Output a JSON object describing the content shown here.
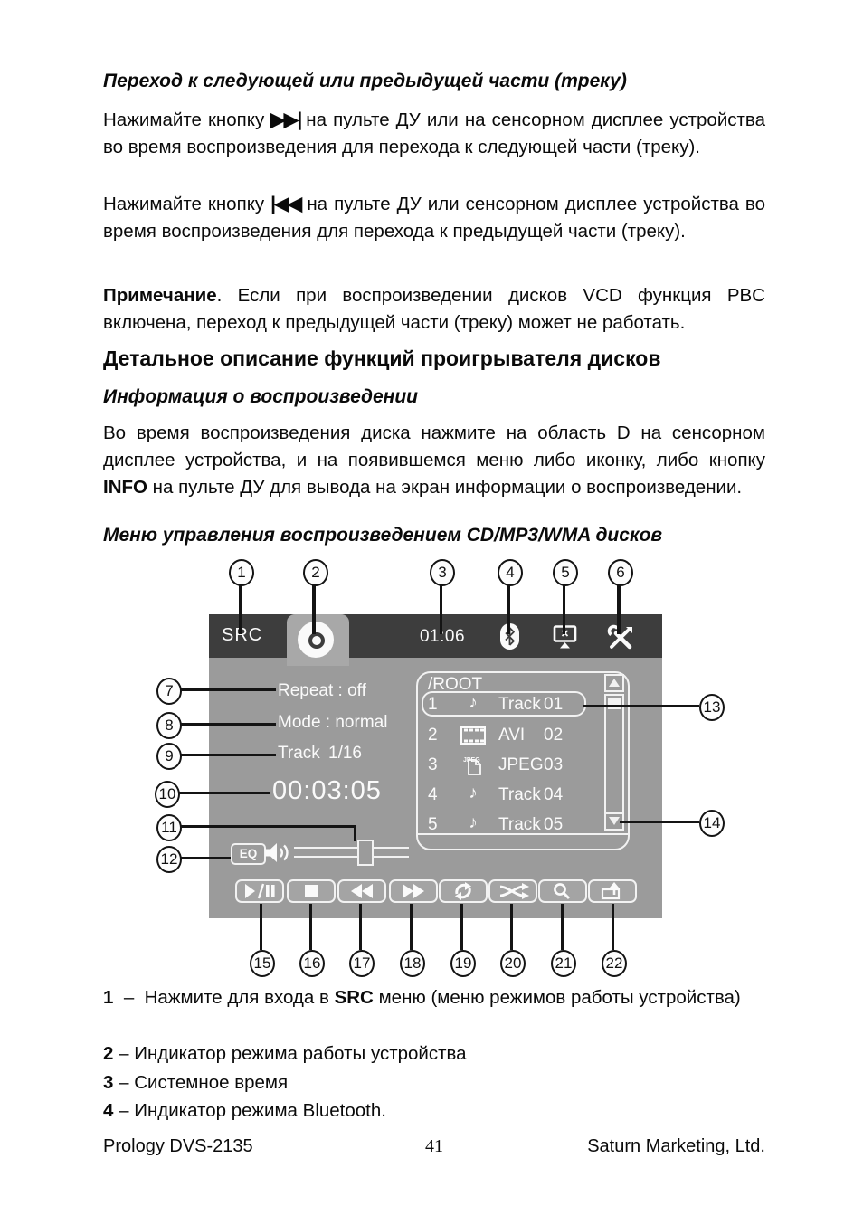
{
  "document": {
    "headings": {
      "h1": "Переход к следующей или предыдущей части (треку)",
      "h2": "Детальное описание функций проигрывателя дисков",
      "h3": "Информация о воспроизведении",
      "h4": "Меню управления воспроизведением CD/MP3/WMA дисков"
    },
    "paragraphs": {
      "p1": {
        "pre": "Нажимайте кнопку ",
        "icon": "▶▶|",
        "post": " на пульте ДУ или на сенсорном дисплее устройства во время воспроизведения для перехода к следующей части (треку)."
      },
      "p2": {
        "pre": "Нажимайте кнопку ",
        "icon": "|◀◀",
        "post": " на пульте ДУ или сенсорном дисплее устройства во время воспроизведения для перехода к предыдущей части (треку)."
      },
      "note": {
        "lead": "Примечание",
        "text": ". Если при воспроизведении дисков VCD функция PBC включена, переход к предыдущей части (треку) может не работать."
      },
      "p4": {
        "pre": "Во время воспроизведения диска нажмите на область D на сенсорном дисплее устройства, и на появившемся меню либо иконку, либо кнопку ",
        "bold": "INFO",
        "post": " на пульте ДУ для вывода на экран информации о воспроизведении."
      }
    },
    "legend": [
      {
        "num": "1",
        "dash": "–",
        "pre": "Нажмите для входа в ",
        "bold": "SRC",
        "post": " меню (меню режимов работы устройства)"
      },
      {
        "num": "2",
        "dash": "–",
        "text": "Индикатор режима работы устройства"
      },
      {
        "num": "3",
        "dash": "–",
        "text": "Системное время"
      },
      {
        "num": "4",
        "dash": "–",
        "text": "Индикатор режима Bluetooth."
      }
    ],
    "footer": {
      "left": "Prology DVS-2135",
      "page": "41",
      "right": "Saturn Marketing, Ltd."
    }
  },
  "screen": {
    "src_label": "SRC",
    "clock": "01:06",
    "status": {
      "repeat": "Repeat : off",
      "mode": "Mode : normal",
      "track_label": "Track",
      "track_value": "1/16",
      "elapsed": "00:03:05"
    },
    "eq_label": "EQ",
    "music_glyph": "♪",
    "browser": {
      "path": "/ROOT",
      "files": [
        {
          "num": "1",
          "type": "music",
          "name": "Track",
          "index": "01"
        },
        {
          "num": "2",
          "type": "video",
          "name": "AVI",
          "index": "02"
        },
        {
          "num": "3",
          "type": "image",
          "name": "JPEG",
          "index": "03"
        },
        {
          "num": "4",
          "type": "music",
          "name": "Track",
          "index": "04"
        },
        {
          "num": "5",
          "type": "music",
          "name": "Track",
          "index": "05"
        }
      ]
    },
    "icons": {
      "statusbar": [
        "disc-icon",
        "bluetooth-icon",
        "display-icon",
        "tools-icon"
      ],
      "transport": [
        "play-pause",
        "stop",
        "rewind",
        "fast-forward",
        "repeat",
        "shuffle",
        "zoom",
        "folder-up"
      ],
      "other": [
        "speaker-icon",
        "music-note-icon",
        "filmstrip-icon",
        "jpeg-file-icon",
        "scroll-up-icon",
        "scroll-down-icon"
      ]
    },
    "colors": {
      "body": "#9b9b9b",
      "bar": "#3d3d3d",
      "white": "#fafafa"
    }
  },
  "callouts": [
    "1",
    "2",
    "3",
    "4",
    "5",
    "6",
    "7",
    "8",
    "9",
    "10",
    "11",
    "12",
    "13",
    "14",
    "15",
    "16",
    "17",
    "18",
    "19",
    "20",
    "21",
    "22"
  ]
}
